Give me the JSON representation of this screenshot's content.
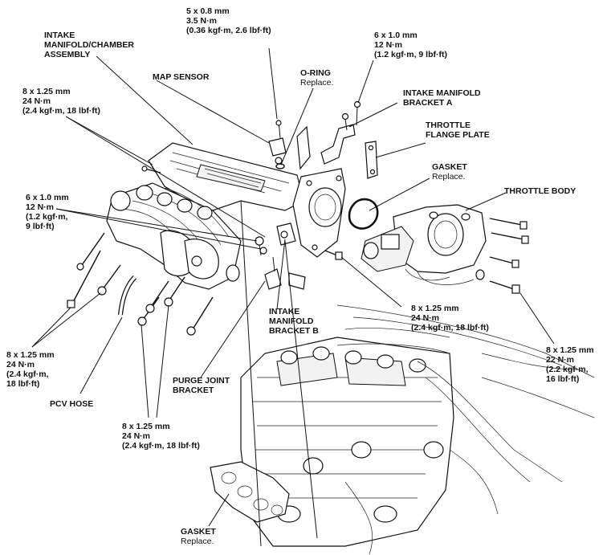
{
  "labels": {
    "intake_manifold": [
      "INTAKE",
      "MANIFOLD/CHAMBER",
      "ASSEMBLY"
    ],
    "map_sensor": "MAP SENSOR",
    "o_ring": {
      "name": "O-RING",
      "note": "Replace."
    },
    "intake_bracket_a": [
      "INTAKE MANIFOLD",
      "BRACKET A"
    ],
    "throttle_flange": [
      "THROTTLE",
      "FLANGE PLATE"
    ],
    "gasket_top": {
      "name": "GASKET",
      "note": "Replace."
    },
    "throttle_body": "THROTTLE BODY",
    "intake_bracket_b": [
      "INTAKE",
      "MANIFOLD",
      "BRACKET B"
    ],
    "purge_joint": [
      "PURGE JOINT",
      "BRACKET"
    ],
    "pcv_hose": "PCV HOSE",
    "gasket_bottom": {
      "name": "GASKET",
      "note": "Replace."
    }
  },
  "specs": {
    "top_center": [
      "5 x 0.8 mm",
      "3.5 N·m",
      "(0.36 kgf·m, 2.6 lbf·ft)"
    ],
    "top_right": [
      "6 x 1.0 mm",
      "12 N·m",
      "(1.2 kgf·m, 9 lbf·ft)"
    ],
    "upper_left": [
      "8 x 1.25 mm",
      "24 N·m",
      "(2.4 kgf·m, 18 lbf·ft)"
    ],
    "mid_left": [
      "6 x 1.0 mm",
      "12 N·m",
      "(1.2 kgf·m,",
      "9 lbf·ft)"
    ],
    "lower_left": [
      "8 x 1.25 mm",
      "24 N·m",
      "(2.4 kgf·m,",
      "18 lbf·ft)"
    ],
    "center_right": [
      "8 x 1.25 mm",
      "24 N·m",
      "(2.4 kgf·m, 18 lbf·ft)"
    ],
    "far_right": [
      "8 x 1.25 mm",
      "22 N·m",
      "(2.2 kgf·m,",
      "16 lbf·ft)"
    ],
    "bottom_center": [
      "8 x 1.25 mm",
      "24 N·m",
      "(2.4 kgf·m, 18 lbf·ft)"
    ]
  }
}
